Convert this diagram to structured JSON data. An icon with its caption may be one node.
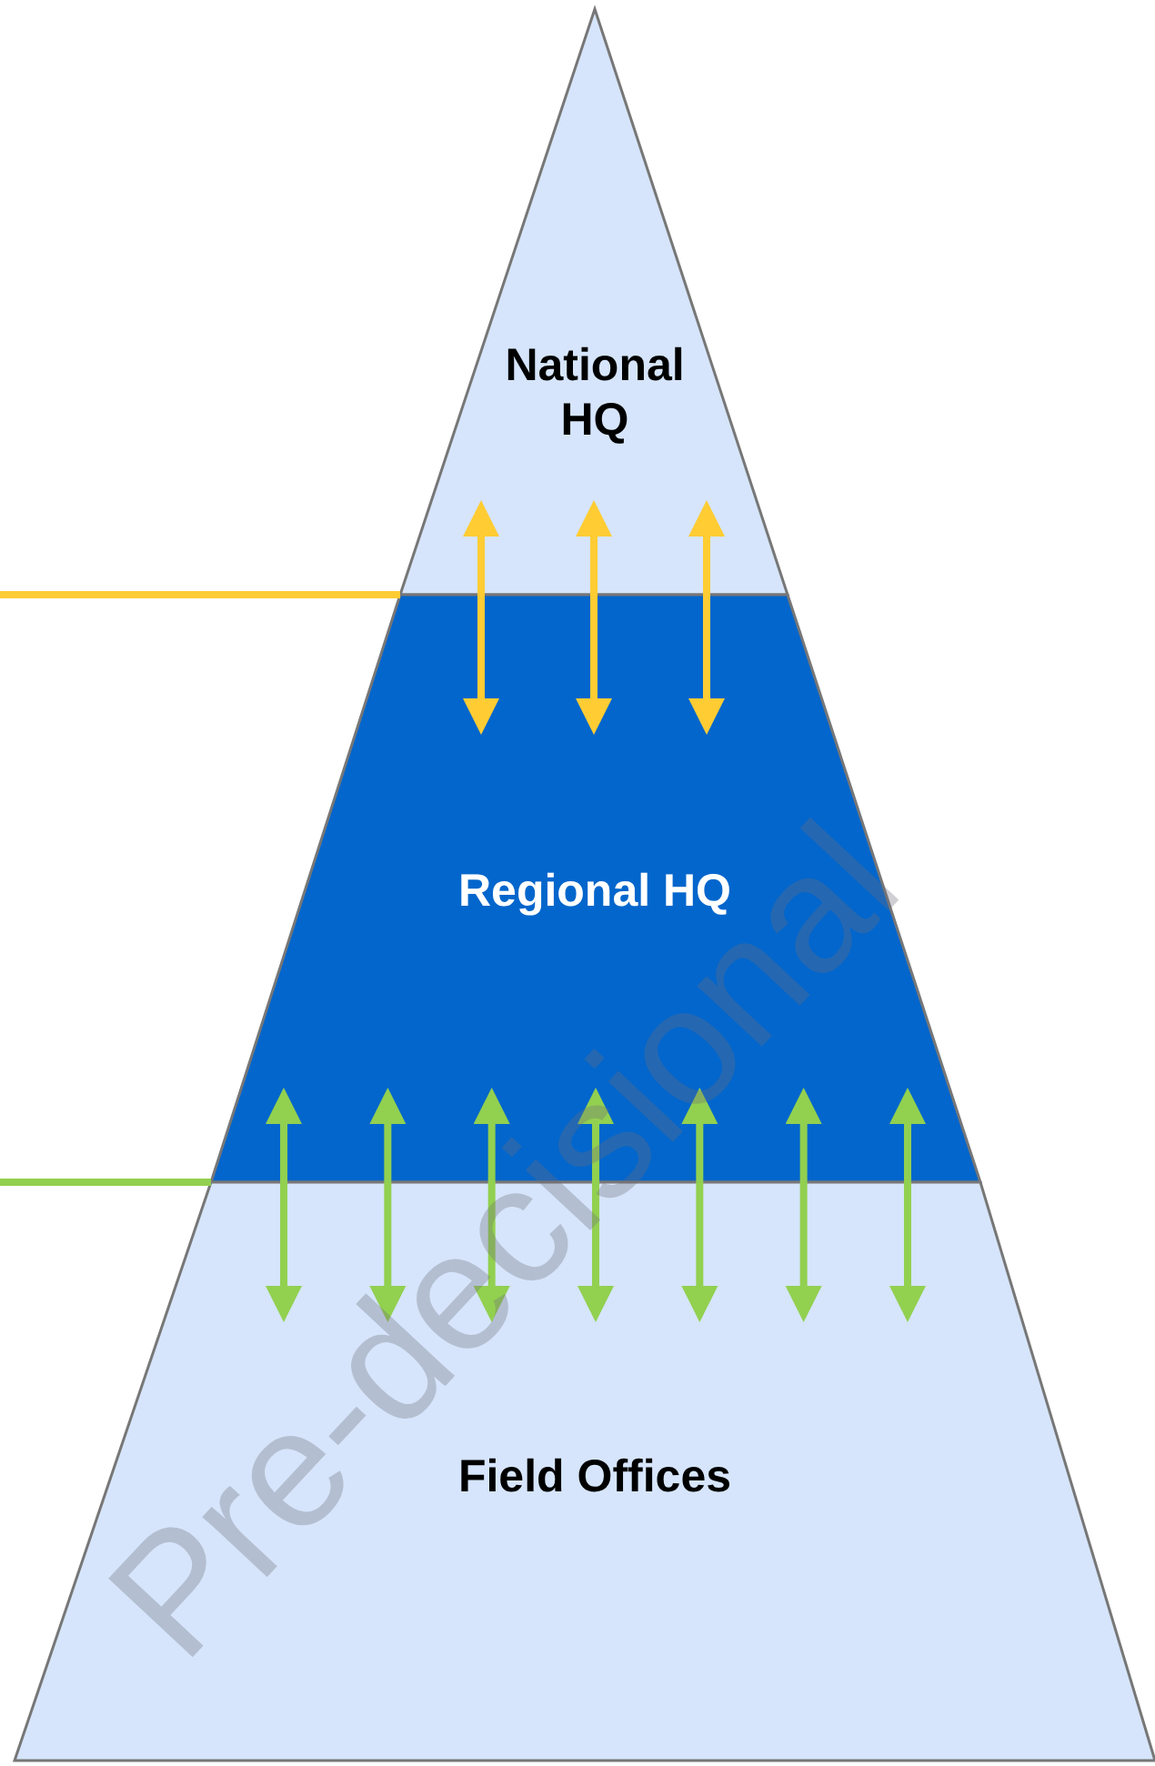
{
  "diagram": {
    "nodes": [
      {
        "text": [
          "National HQ"
        ]
      },
      {
        "text": [
          "Regional HQ"
        ]
      },
      {
        "text": [
          "Field Offices"
        ]
      }
    ],
    "edges": [
      {
        "from": 0,
        "to": 1,
        "arrow": "both",
        "color": "#ffcc33"
      },
      {
        "from": 0,
        "to": 1,
        "arrow": "both",
        "color": "#ffcc33"
      },
      {
        "from": 0,
        "to": 1,
        "arrow": "both",
        "color": "#ffcc33"
      },
      {
        "from": 1,
        "to": 2,
        "arrow": "both"
      },
      {
        "from": 1,
        "to": 2,
        "arrow": "both"
      },
      {
        "from": 1,
        "to": 2,
        "arrow": "both"
      },
      {
        "from": 1,
        "to": 2,
        "arrow": "both"
      },
      {
        "from": 1,
        "to": 2,
        "arrow": "both"
      },
      {
        "from": 1,
        "to": 2,
        "arrow": "both"
      },
      {
        "from": 1,
        "to": 2,
        "arrow": "both"
      },
      {
        "from": null,
        "to": 1,
        "arrow": "none",
        "color": "#ffcc33"
      },
      {
        "from": null,
        "to": 1,
        "arrow": "none"
      }
    ],
    "labels": [
      "Pre-decisional"
    ]
  }
}
